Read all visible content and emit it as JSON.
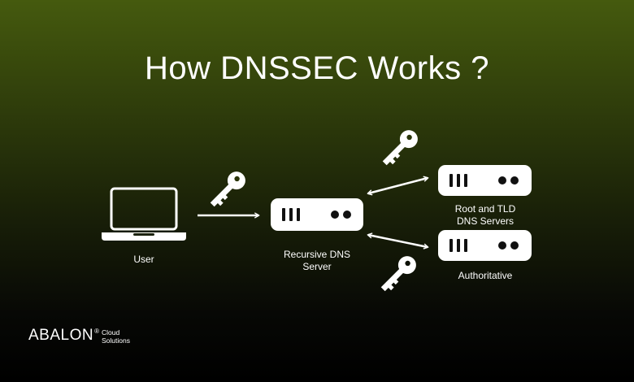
{
  "title": "How DNSSEC Works ?",
  "nodes": {
    "user": "User",
    "recursive": [
      "Recursive DNS",
      "Server"
    ],
    "root_tld": [
      "Root and TLD",
      "DNS Servers"
    ],
    "authoritative": "Authoritative"
  },
  "logo": {
    "brand": "ABALON",
    "reg": "®",
    "sub": [
      "Cloud",
      "Solutions"
    ]
  },
  "colors": {
    "background_top": "#455a0e",
    "background_bottom": "#000000",
    "foreground": "#ffffff"
  },
  "icons": [
    "laptop-icon",
    "server-icon",
    "key-icon",
    "arrow-icon"
  ]
}
